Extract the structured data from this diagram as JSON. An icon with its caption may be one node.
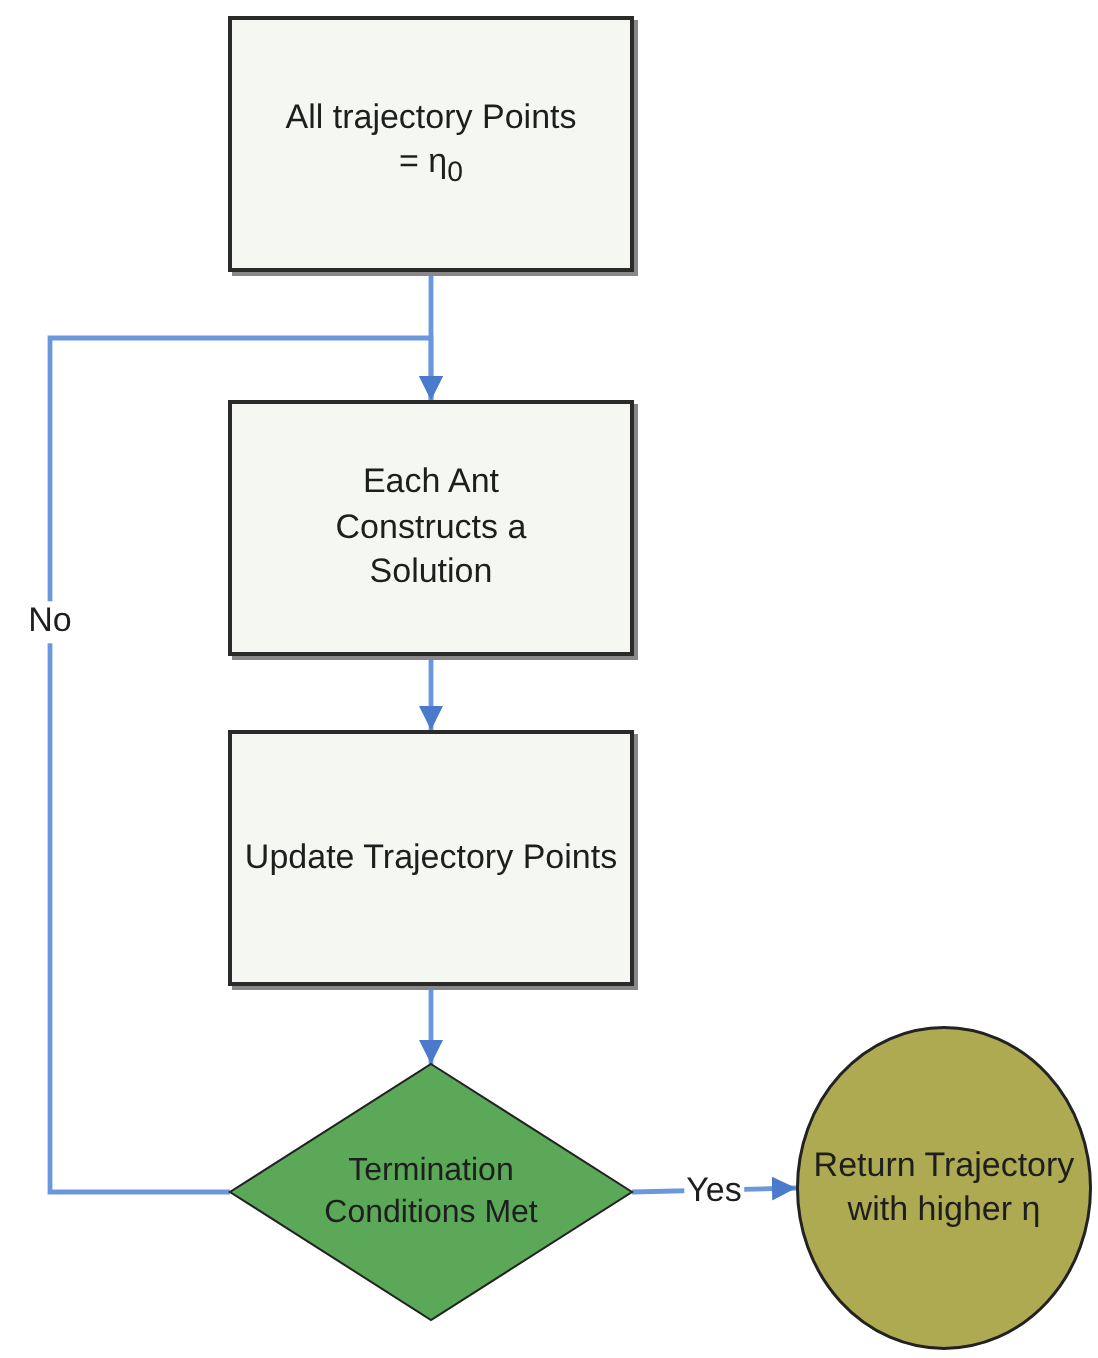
{
  "diagram": {
    "nodes": [
      {
        "text": [
          "All trajectory Points = η$_{0}$"
        ]
      },
      {
        "text": [
          "Each Ant Constructs a Solution"
        ]
      },
      {
        "text": [
          "Update Trajectory Points"
        ]
      },
      {
        "text": [
          "Termination Conditions Met"
        ]
      },
      {
        "text": [
          "Return Trajectory with higher η"
        ]
      }
    ],
    "edges": [
      {
        "from": 0,
        "to": 1,
        "arrow": "to"
      },
      {
        "from": 1,
        "to": 2,
        "arrow": "to"
      },
      {
        "from": 2,
        "to": 3,
        "arrow": "to"
      },
      {
        "from": 3,
        "to": 1,
        "arrow": "to",
        "label": "No"
      },
      {
        "from": 3,
        "to": 4,
        "arrow": "to",
        "label": "Yes"
      }
    ]
  }
}
